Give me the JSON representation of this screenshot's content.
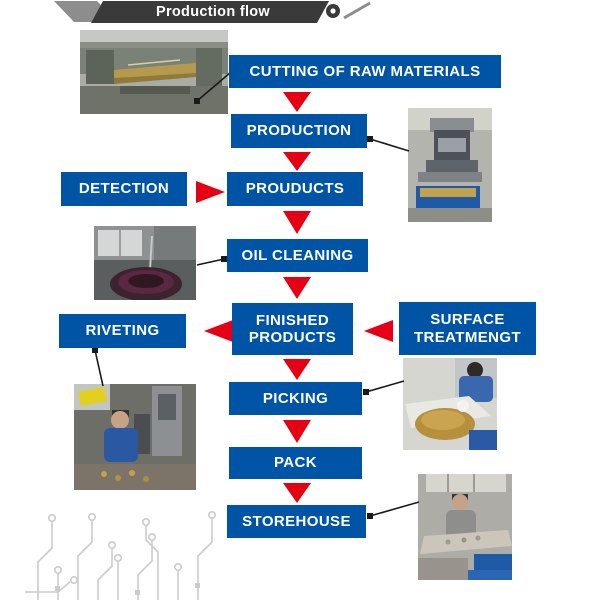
{
  "header": {
    "title": "Production flow"
  },
  "colors": {
    "box_blue": "#0054a6",
    "arrow_red": "#e60013",
    "banner_dark": "#3a3a3a",
    "circuit_gray": "#cbcbcb"
  },
  "main_flow": [
    {
      "label": "CUTTING OF RAW MATERIALS"
    },
    {
      "label": "PRODUCTION"
    },
    {
      "label": "PROUDUCTS"
    },
    {
      "label": "OIL CLEANING"
    },
    {
      "label": "FINISHED PRODUCTS"
    },
    {
      "label": "PICKING"
    },
    {
      "label": "PACK"
    },
    {
      "label": "STOREHOUSE"
    }
  ],
  "side_flow": [
    {
      "label": "DETECTION"
    },
    {
      "label": "RIVETING"
    },
    {
      "label": "SURFACE TREATMENGT"
    }
  ],
  "photos": [
    {
      "name": "cutting-machine-photo"
    },
    {
      "name": "production-press-photo"
    },
    {
      "name": "oil-cleaning-photo"
    },
    {
      "name": "riveting-photo"
    },
    {
      "name": "picking-photo"
    },
    {
      "name": "storehouse-photo"
    }
  ]
}
